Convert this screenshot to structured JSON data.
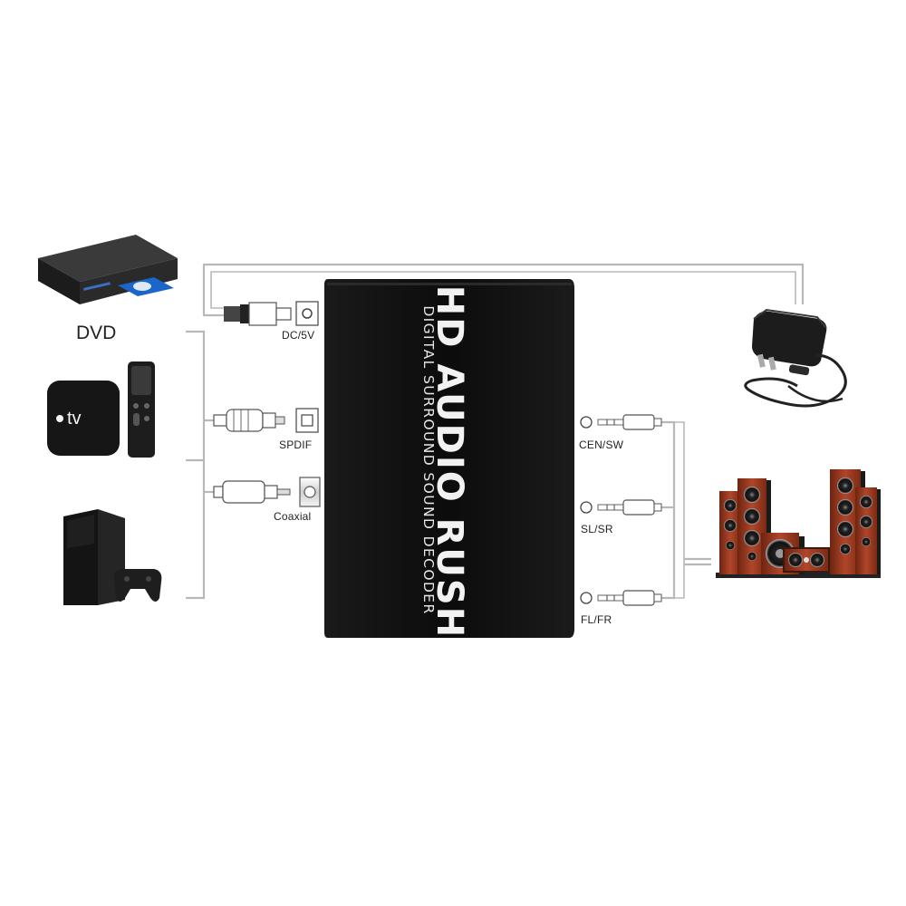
{
  "devices": {
    "dvd_label": "DVD",
    "appletv_label": "tv"
  },
  "decoder": {
    "title": "HD AUDIO RUSH",
    "subtitle": "DIGITAL SURROUND SOUND DECODER"
  },
  "ports": {
    "dc": "DC/5V",
    "spdif": "SPDIF",
    "coaxial": "Coaxial",
    "cen_sw": "CEN/SW",
    "sl_sr": "SL/SR",
    "fl_fr": "FL/FR"
  },
  "colors": {
    "box": "#111111",
    "wire": "#b5b5b5",
    "speaker_wood": "#9c3a1c"
  }
}
